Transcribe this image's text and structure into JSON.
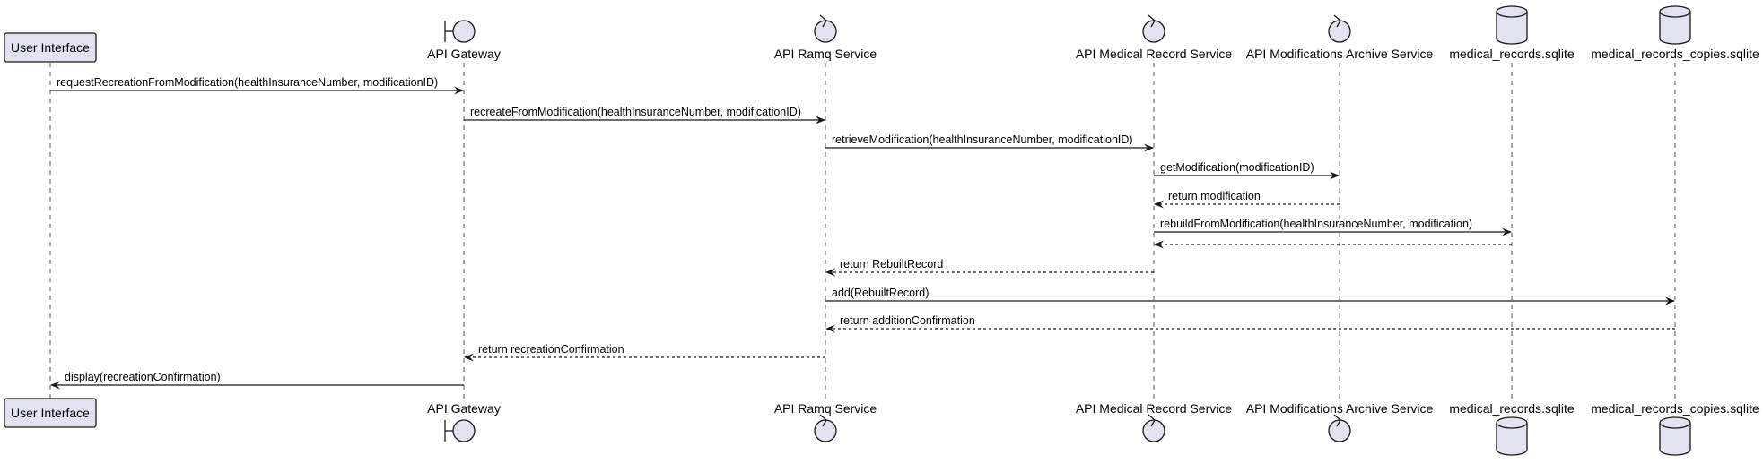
{
  "participants": [
    {
      "id": "ui",
      "name": "User Interface",
      "type": "box"
    },
    {
      "id": "gateway",
      "name": "API Gateway",
      "type": "boundary"
    },
    {
      "id": "ramq",
      "name": "API Ramq Service",
      "type": "control"
    },
    {
      "id": "medical",
      "name": "API Medical Record Service",
      "type": "control"
    },
    {
      "id": "archive",
      "name": "API Modifications Archive Service",
      "type": "control"
    },
    {
      "id": "db",
      "name": "medical_records.sqlite",
      "type": "database"
    },
    {
      "id": "copies",
      "name": "medical_records_copies.sqlite",
      "type": "database"
    }
  ],
  "messages": [
    {
      "from": "ui",
      "to": "gateway",
      "label": "requestRecreationFromModification(healthInsuranceNumber, modificationID)",
      "reply": false
    },
    {
      "from": "gateway",
      "to": "ramq",
      "label": "recreateFromModification(healthInsuranceNumber, modificationID)",
      "reply": false
    },
    {
      "from": "ramq",
      "to": "medical",
      "label": "retrieveModification(healthInsuranceNumber, modificationID)",
      "reply": false
    },
    {
      "from": "medical",
      "to": "archive",
      "label": "getModification(modificationID)",
      "reply": false
    },
    {
      "from": "archive",
      "to": "medical",
      "label": "return modification",
      "reply": true
    },
    {
      "from": "medical",
      "to": "db",
      "label": "rebuildFromModification(healthInsuranceNumber, modification)",
      "reply": false
    },
    {
      "from": "db",
      "to": "medical",
      "label": "",
      "reply": true
    },
    {
      "from": "medical",
      "to": "ramq",
      "label": "return RebuiltRecord",
      "reply": true
    },
    {
      "from": "ramq",
      "to": "copies",
      "label": "add(RebuiltRecord)",
      "reply": false
    },
    {
      "from": "copies",
      "to": "ramq",
      "label": "return additionConfirmation",
      "reply": true
    },
    {
      "from": "ramq",
      "to": "gateway",
      "label": "return recreationConfirmation",
      "reply": true
    },
    {
      "from": "gateway",
      "to": "ui",
      "label": "display(recreationConfirmation)",
      "reply": false
    }
  ],
  "colors": {
    "participant_fill": "#E2E2F0",
    "stroke": "#181818",
    "lifeline": "#555555",
    "background": "#FFFFFF"
  }
}
